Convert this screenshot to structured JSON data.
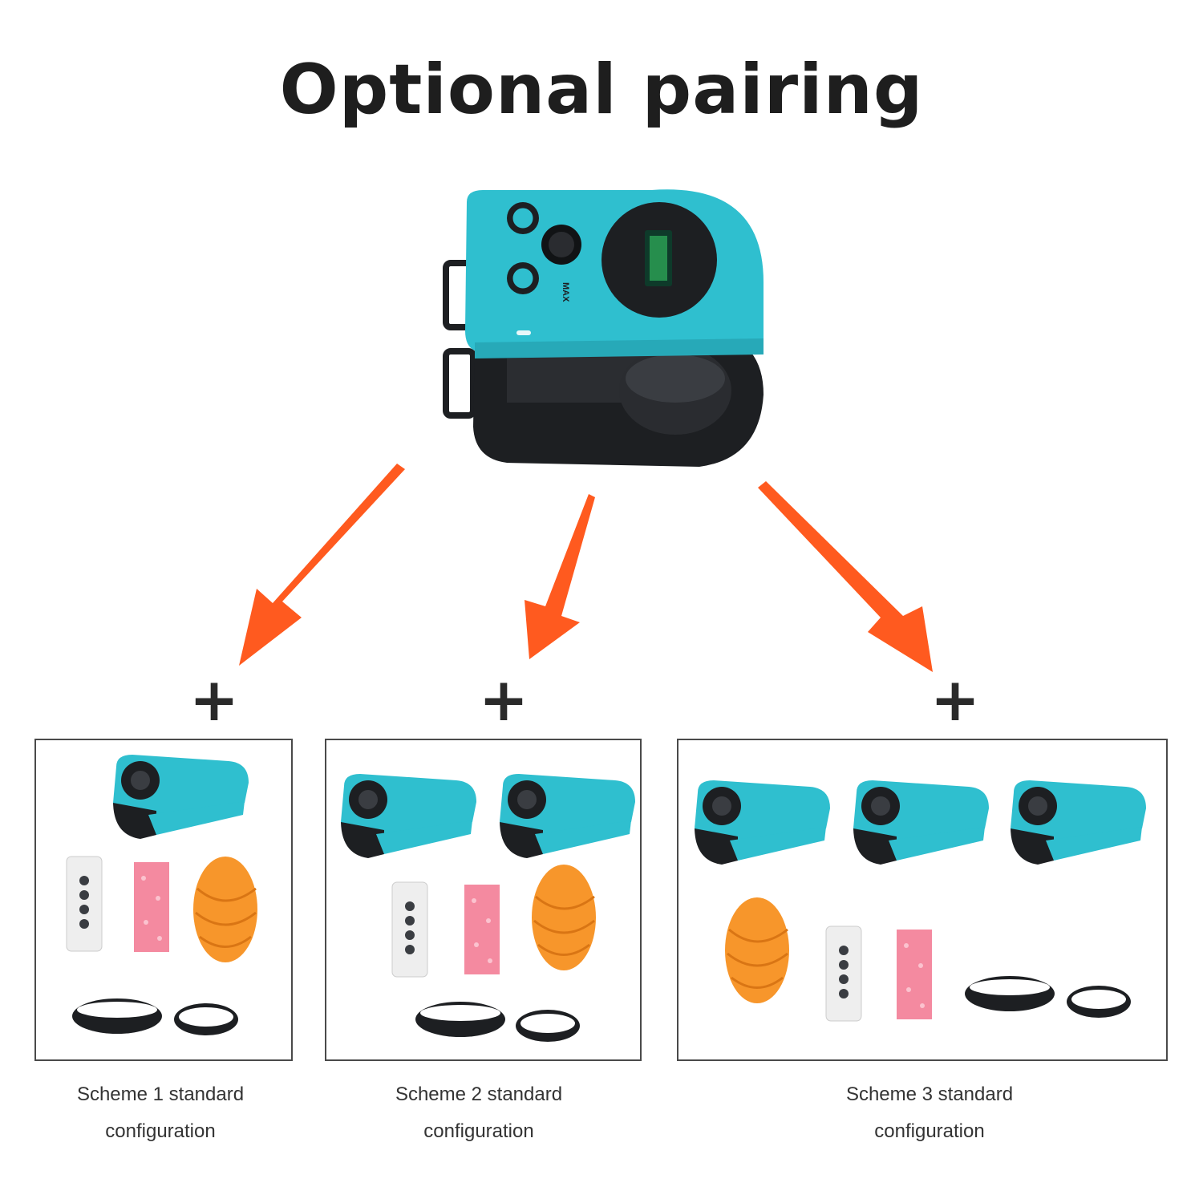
{
  "title": "Optional pairing",
  "colors": {
    "teal": "#2fbfcf",
    "arrow": "#ff5a1f",
    "dark": "#1d1f22"
  },
  "main_device": {
    "icon": "yarn-winder-main-unit",
    "knob_label": "MAX"
  },
  "schemes": [
    {
      "plus": "+",
      "caption_line1": "Scheme 1 standard",
      "caption_line2": "configuration",
      "winder_count": 1
    },
    {
      "plus": "+",
      "caption_line1": "Scheme 2 standard",
      "caption_line2": "configuration",
      "winder_count": 2
    },
    {
      "plus": "+",
      "caption_line1": "Scheme 3 standard",
      "caption_line2": "configuration",
      "winder_count": 3
    }
  ]
}
